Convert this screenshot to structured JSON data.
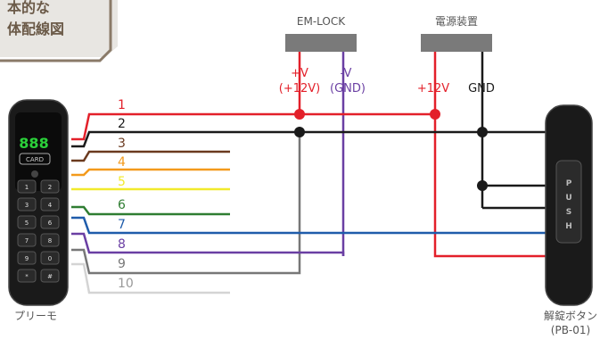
{
  "title_box": {
    "line1": "本的な",
    "line2": "体配線図"
  },
  "emlock": {
    "title": "EM-LOCK",
    "plus_label": "+V",
    "plus_sub": "(+12V)",
    "minus_label": "-V",
    "minus_sub": "(GND)"
  },
  "power": {
    "title": "電源装置",
    "plus_label": "+12V",
    "gnd_label": "GND"
  },
  "keypad": {
    "caption": "プリーモ",
    "display": "888",
    "card_label": "CARD",
    "keys": [
      "1",
      "2",
      "3",
      "4",
      "5",
      "6",
      "7",
      "8",
      "9",
      "0",
      "*",
      "#"
    ]
  },
  "button": {
    "caption1": "解錠ボタン",
    "caption2": "(PB-01)",
    "push_letters": [
      "P",
      "U",
      "S",
      "H"
    ]
  },
  "wires": [
    {
      "number": "1",
      "color": "#e3202a"
    },
    {
      "number": "2",
      "color": "#1a1a1a"
    },
    {
      "number": "3",
      "color": "#6b3a1f"
    },
    {
      "number": "4",
      "color": "#f39a1c"
    },
    {
      "number": "5",
      "color": "#f2ea2c"
    },
    {
      "number": "6",
      "color": "#2f7d32"
    },
    {
      "number": "7",
      "color": "#1f5cab"
    },
    {
      "number": "8",
      "color": "#6a3fa3"
    },
    {
      "number": "9",
      "color": "#777777"
    },
    {
      "number": "10",
      "color": "#d4d4d4"
    }
  ],
  "colors": {
    "red": "#e3202a",
    "purple": "#6a3fa3",
    "label_red": "#e3202a",
    "label_purple": "#6a3fa3"
  }
}
